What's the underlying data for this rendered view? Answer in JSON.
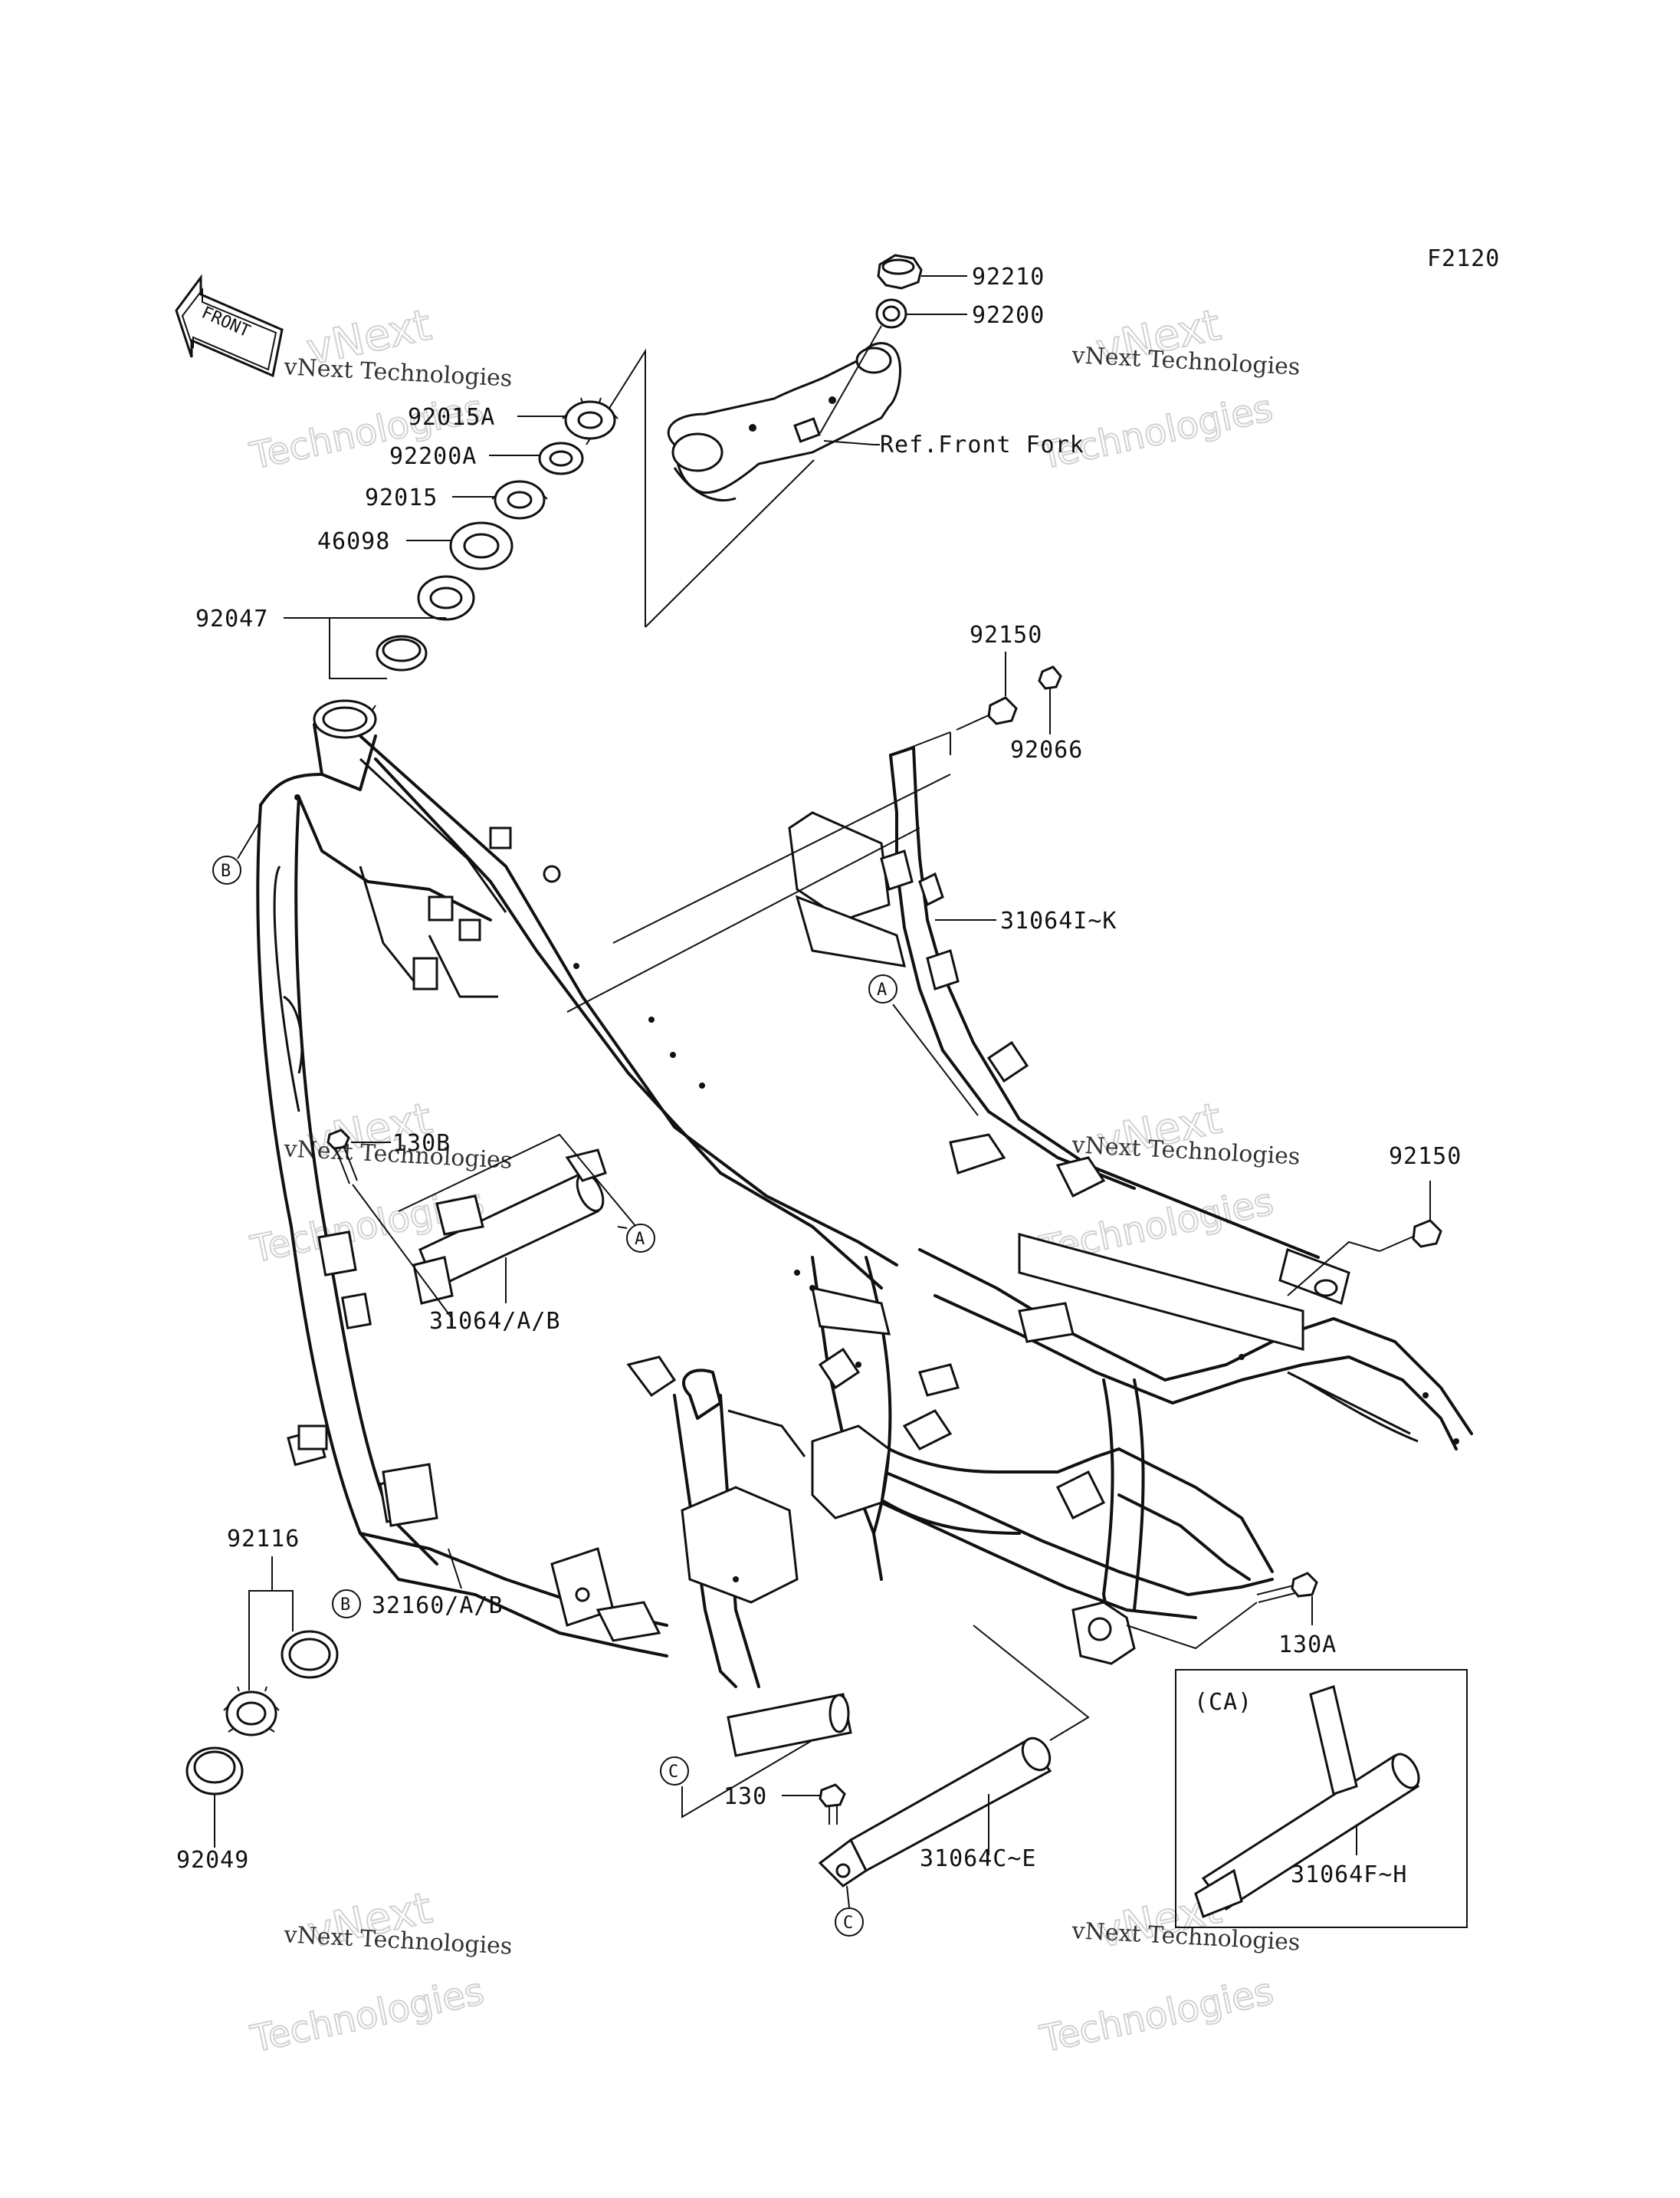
{
  "diagram_code": "F2120",
  "front_label": "FRONT",
  "watermark": {
    "line1": "vNext Technologies",
    "line2": "vNext",
    "line3": "Technologies"
  },
  "parts": {
    "p92210": "92210",
    "p92200": "92200",
    "p92015A": "92015A",
    "p92200A": "92200A",
    "p92015": "92015",
    "p46098": "46098",
    "p92047": "92047",
    "ref_front_fork": "Ref.Front Fork",
    "p92150_top": "92150",
    "p92066": "92066",
    "p31064IK": "31064I~K",
    "p130B": "130B",
    "p31064AB": "31064/A/B",
    "p92150_right": "92150",
    "p92116": "92116",
    "p32160AB": "32160/A/B",
    "p130A": "130A",
    "p130": "130",
    "p31064CE": "31064C~E",
    "p31064FH": "31064F~H",
    "p92049": "92049"
  },
  "callouts": {
    "A": "A",
    "B": "B",
    "C": "C"
  },
  "inset_label": "(CA)"
}
